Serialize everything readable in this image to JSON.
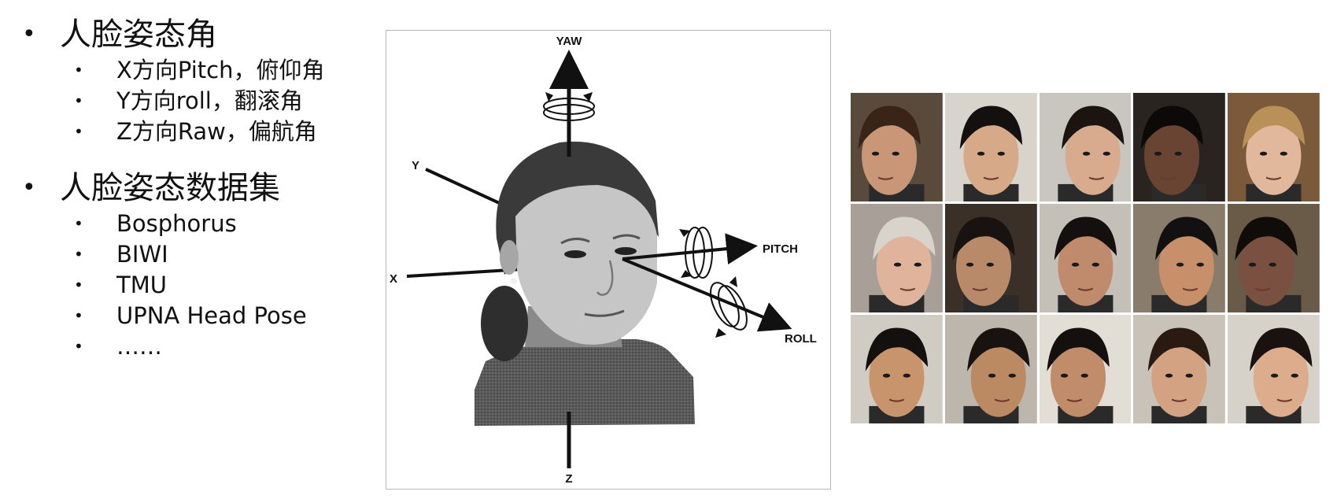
{
  "sections": [
    {
      "title": "人脸姿态角",
      "items": [
        "X方向Pitch，俯仰角",
        "Y方向roll，翻滚角",
        "Z方向Raw，偏航角"
      ]
    },
    {
      "title": "人脸姿态数据集",
      "items": [
        "Bosphorus",
        "BIWI",
        "TMU",
        "UPNA Head Pose",
        "……"
      ]
    }
  ],
  "diagram": {
    "axes": {
      "yaw": "YAW",
      "pitch": "PITCH",
      "roll": "ROLL",
      "x": "X",
      "y": "Y",
      "z": "Z"
    }
  },
  "faces_grid": {
    "rows": 3,
    "cols": 5,
    "bg_colors": [
      "#5a4a3c",
      "#d8d4cc",
      "#c9c6c0",
      "#2a2420",
      "#7a5a3a",
      "#a8a098",
      "#3a3028",
      "#c4c0b8",
      "#8a7c6a",
      "#6a5a48",
      "#d0ccc4",
      "#bcb6ac",
      "#e2ded6",
      "#c8c2b8",
      "#d6d2ca"
    ],
    "skin_colors": [
      "#c99678",
      "#d6a988",
      "#d8ab8e",
      "#6a4432",
      "#e2b89c",
      "#e0b49a",
      "#b88a6a",
      "#c08a6c",
      "#c8906a",
      "#7a5040",
      "#c8946c",
      "#bc8a62",
      "#c08c6a",
      "#d2a282",
      "#dcac8c"
    ],
    "hair_colors": [
      "#3a2418",
      "#141010",
      "#1c1410",
      "#0c0a08",
      "#b89058",
      "#d8d4cc",
      "#181210",
      "#141010",
      "#121010",
      "#100c0a",
      "#141010",
      "#181210",
      "#141010",
      "#2a1a12",
      "#1a1210"
    ]
  }
}
